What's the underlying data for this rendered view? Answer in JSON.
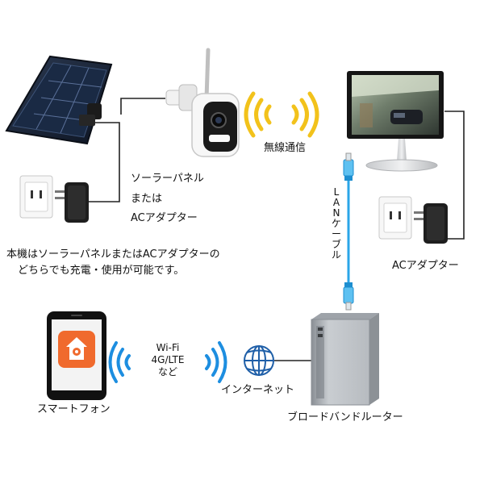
{
  "labels": {
    "wireless": "無線通信",
    "camera_power_line1": "ソーラーパネル",
    "camera_power_line2": "または",
    "camera_power_line3": "ACアダプター",
    "note_line1": "本機はソーラーパネルまたはACアダプターの",
    "note_line2": "どちらでも充電・使用が可能です。",
    "lan_cable_chars": [
      "L",
      "A",
      "N",
      "ケ",
      "ー",
      "ブ",
      "ル"
    ],
    "ac_adapter": "ACアダプター",
    "wifi_line1": "Wi-Fi",
    "wifi_line2": "4G/LTE",
    "wifi_line3": "など",
    "internet": "インターネット",
    "smartphone": "スマートフォン",
    "router": "ブロードバンドルーター"
  },
  "colors": {
    "wave": "#f2c21b",
    "wave_blue": "#1d8ee0",
    "lan_cable": "#2aa6e8",
    "line": "#222222",
    "app_orange": "#f06a2d"
  }
}
